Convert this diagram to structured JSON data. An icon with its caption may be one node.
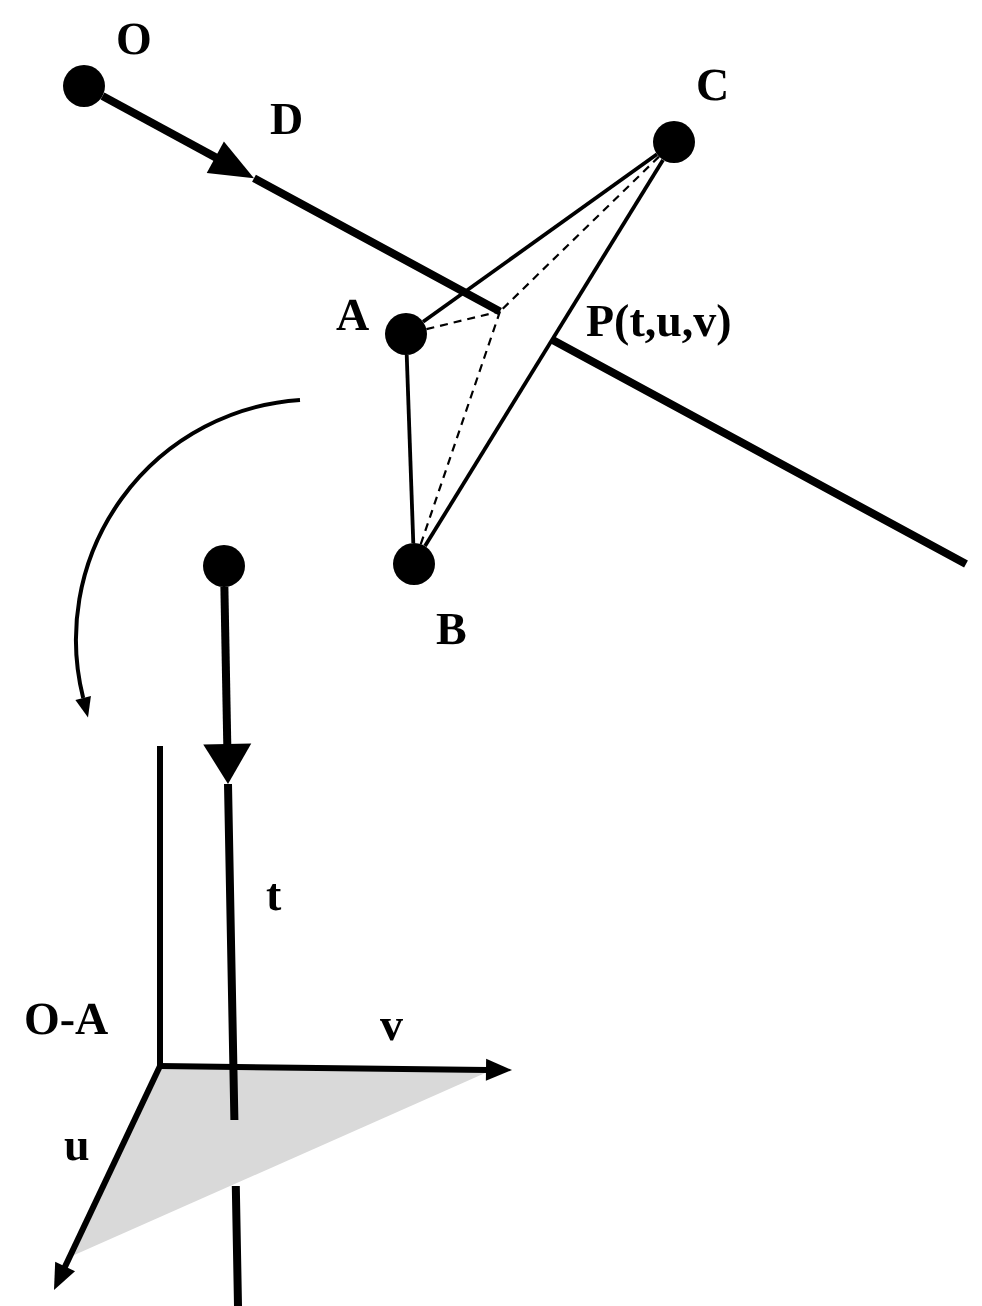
{
  "diagram": {
    "nodes": [
      {
        "text": [],
        "shape": "circle",
        "beside": [
          "O"
        ]
      },
      {
        "text": [],
        "shape": "circle",
        "beside": [
          "C"
        ]
      },
      {
        "text": [],
        "shape": "circle",
        "beside": [
          "A"
        ]
      },
      {
        "text": [],
        "shape": "circle",
        "beside": [
          "B"
        ]
      },
      {
        "text": [],
        "shape": "circle"
      }
    ],
    "edges": [
      {
        "from": 0,
        "to": null,
        "arrow": "to",
        "label": "D",
        "style": "thick"
      },
      {
        "from": 1,
        "to": 2,
        "arrow": "none"
      },
      {
        "from": 2,
        "to": 3,
        "arrow": "none"
      },
      {
        "from": 3,
        "to": 1,
        "arrow": "none"
      },
      {
        "from": 2,
        "to": null,
        "arrow": "none",
        "style": "dashed"
      },
      {
        "from": 3,
        "to": null,
        "arrow": "none",
        "style": "dashed"
      },
      {
        "from": 1,
        "to": null,
        "arrow": "none",
        "style": "dashed"
      },
      {
        "from": 4,
        "to": null,
        "arrow": "to",
        "style": "thick"
      }
    ],
    "labels": [
      "P(t,u,v)",
      "t",
      "O-A",
      "v",
      "u"
    ]
  }
}
